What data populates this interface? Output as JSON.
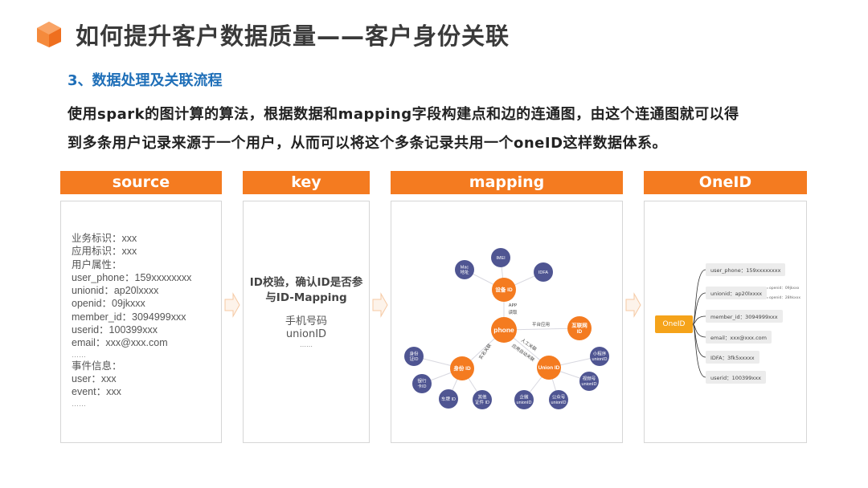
{
  "slide": {
    "title": "如何提升客户数据质量——客户身份关联",
    "subtitle": "3、数据处理及关联流程",
    "paragraph": [
      "使用spark的图计算的算法，根据数据和mapping字段构建点和边的连通图，由这个连通图就可以得",
      "到多条用户记录来源于一个用户，从而可以将这个多条记录共用一个oneID这样数据体系。"
    ]
  },
  "colors": {
    "accent": "#f47b20",
    "title_blue": "#1f6fb8",
    "node_blue": "#4f5592",
    "node_orange": "#f47b20",
    "oneid_box": "#f5a31a"
  },
  "panels": {
    "source": {
      "header": "source",
      "lines": [
        "业务标识：xxx",
        "应用标识：xxx",
        "用户属性：",
        "user_phone：159xxxxxxxx",
        "unionid：ap20lxxxx",
        "openid：09jkxxx",
        "member_id：3094999xxx",
        "userid：100399xxx",
        "email：xxx@xxx.com",
        "……",
        "事件信息：",
        "user：xxx",
        "event：xxx",
        "……"
      ]
    },
    "key": {
      "header": "key",
      "title_lines": [
        "ID校验，确认ID是否参",
        "与ID-Mapping"
      ],
      "list": [
        "手机号码",
        "unionID",
        "……"
      ]
    },
    "mapping": {
      "header": "mapping",
      "nodes": [
        {
          "id": "device",
          "label": [
            "设备 ID"
          ],
          "type": "orange"
        },
        {
          "id": "imei",
          "label": [
            "IMEI"
          ],
          "type": "blue"
        },
        {
          "id": "mac",
          "label": [
            "Mac",
            "地址"
          ],
          "type": "blue"
        },
        {
          "id": "idfa",
          "label": [
            "IDFA"
          ],
          "type": "blue"
        },
        {
          "id": "phone",
          "label": [
            "phone"
          ],
          "type": "orange"
        },
        {
          "id": "internet",
          "label": [
            "互联网",
            "ID"
          ],
          "type": "orange"
        },
        {
          "id": "identity",
          "label": [
            "身份 ID"
          ],
          "type": "orange"
        },
        {
          "id": "idcard",
          "label": [
            "身份",
            "证ID"
          ],
          "type": "blue"
        },
        {
          "id": "bank",
          "label": [
            "银行",
            "卡ID"
          ],
          "type": "blue"
        },
        {
          "id": "plate",
          "label": [
            "车牌 ID"
          ],
          "type": "blue"
        },
        {
          "id": "other",
          "label": [
            "其他",
            "证件 ID"
          ],
          "type": "blue"
        },
        {
          "id": "union",
          "label": [
            "Union ID"
          ],
          "type": "orange"
        },
        {
          "id": "mini",
          "label": [
            "小程序",
            "unionID"
          ],
          "type": "blue"
        },
        {
          "id": "video",
          "label": [
            "视频号",
            "unionID"
          ],
          "type": "blue"
        },
        {
          "id": "official",
          "label": [
            "公众号",
            "unionID"
          ],
          "type": "blue"
        },
        {
          "id": "wecom",
          "label": [
            "企微",
            "unionID"
          ],
          "type": "blue"
        }
      ],
      "edges": [
        [
          "device",
          "imei"
        ],
        [
          "device",
          "mac"
        ],
        [
          "device",
          "idfa"
        ],
        [
          "phone",
          "device"
        ],
        [
          "phone",
          "internet"
        ],
        [
          "phone",
          "identity"
        ],
        [
          "phone",
          "union"
        ],
        [
          "identity",
          "idcard"
        ],
        [
          "identity",
          "bank"
        ],
        [
          "identity",
          "plate"
        ],
        [
          "identity",
          "other"
        ],
        [
          "union",
          "mini"
        ],
        [
          "union",
          "video"
        ],
        [
          "union",
          "official"
        ],
        [
          "union",
          "wecom"
        ]
      ],
      "edge_labels": [
        "APP",
        "读取",
        "平台应用",
        "实名关联",
        "人工关联",
        "应用自动关联"
      ]
    },
    "oneid": {
      "header": "OneID",
      "center": "OneID",
      "items": [
        "user_phone：159xxxxxxxx",
        "unionid：ap20lxxxx",
        "member_id：3094999xxx",
        "email：xxx@xxx.com",
        "IDFA：3fk5xxxxx",
        "userid：100399xxx"
      ],
      "sub_items": [
        "openid：09jkxxx",
        "openid：28hkxxx"
      ]
    }
  }
}
